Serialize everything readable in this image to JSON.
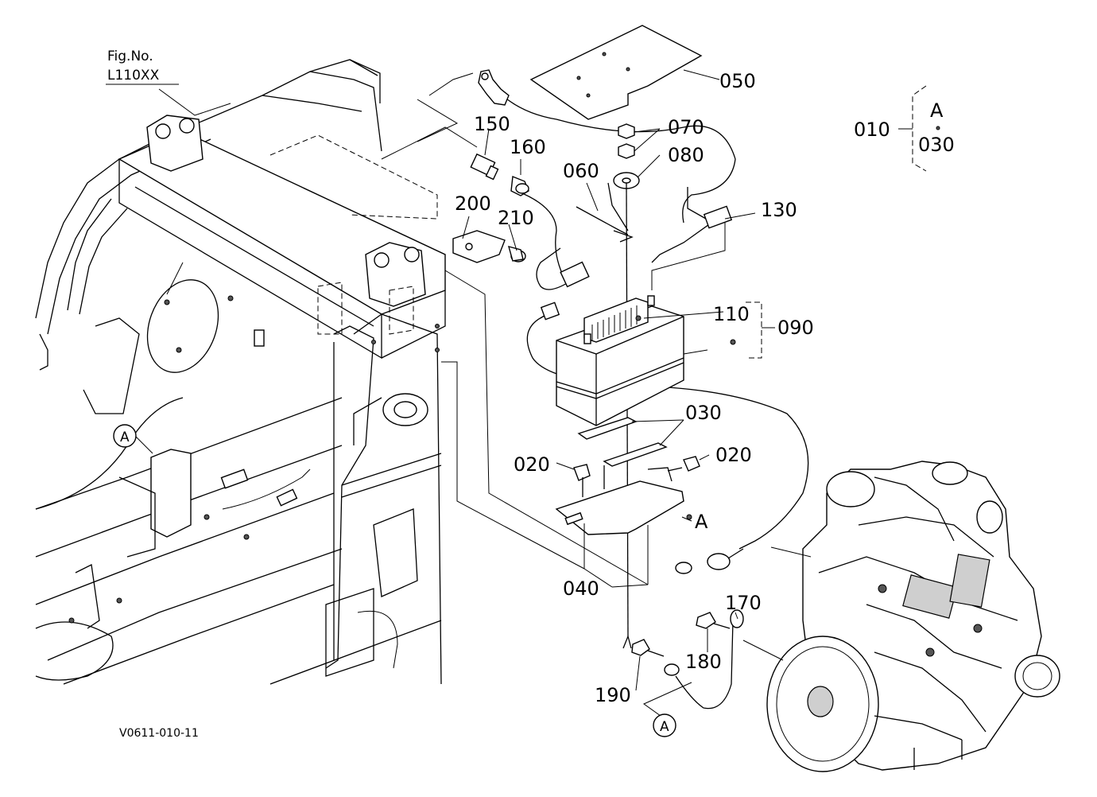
{
  "figure": {
    "fig_no_label": "Fig.No.",
    "fig_no_value": "L110XX",
    "drawing_code": "V0611-010-11"
  },
  "assembly": {
    "group_label": "010",
    "bracket_ref": "A",
    "bracket_part": "030"
  },
  "callouts": {
    "c050": "050",
    "c150": "150",
    "c160": "160",
    "c070": "070",
    "c080": "080",
    "c060": "060",
    "c200": "200",
    "c210": "210",
    "c130": "130",
    "c110": "110",
    "c090": "090",
    "c030": "030",
    "c020_left": "020",
    "c020_right": "020",
    "c040": "040",
    "c170": "170",
    "c180": "180",
    "c190": "190",
    "ref_a_tray": "A",
    "ref_a_frame": "A",
    "ref_a_ground": "A"
  }
}
